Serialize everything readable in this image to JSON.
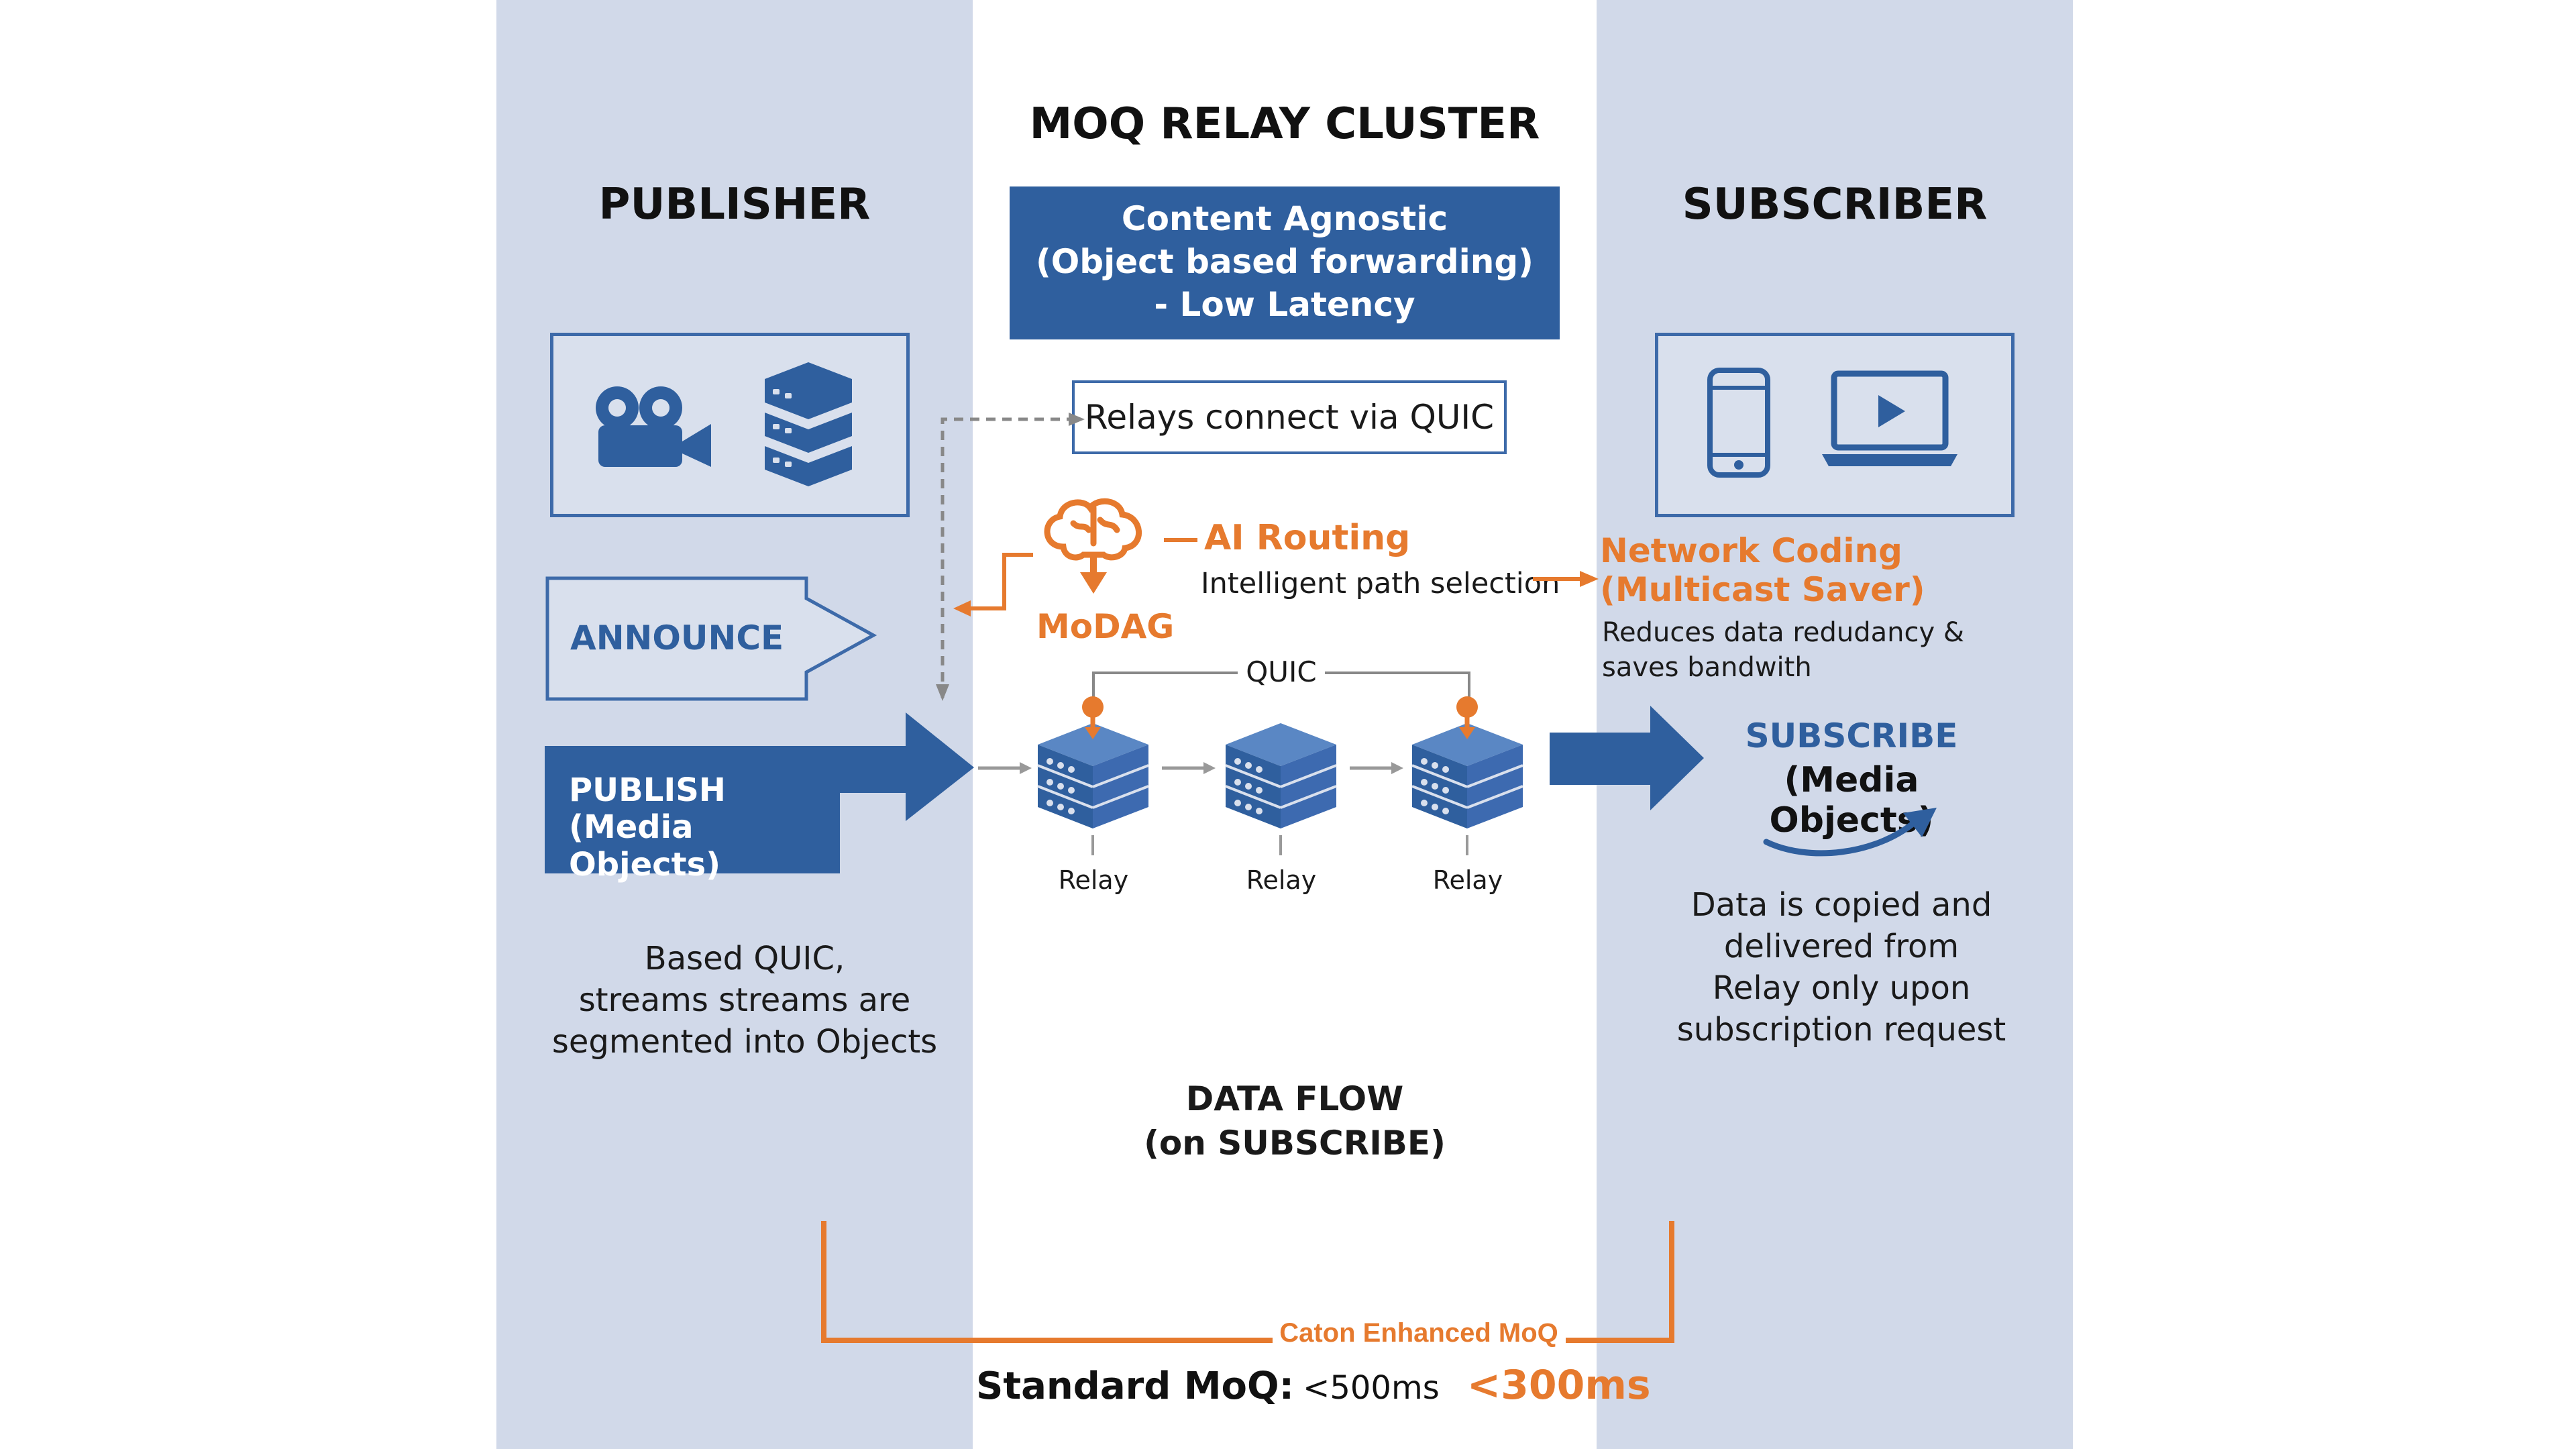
{
  "colors": {
    "column_bg": "#d1d9e9",
    "blue": "#2f5f9e",
    "blue_outline": "#3d6aa9",
    "orange": "#e67a2e",
    "text": "#1a1a1a"
  },
  "publisher": {
    "heading": "PUBLISHER",
    "icons": [
      "video-camera-icon",
      "server-stack-icon"
    ],
    "announce_label": "ANNOUNCE",
    "publish_line1": "PUBLISH",
    "publish_line2": "(Media Objects)",
    "desc_line1": "Based QUIC,",
    "desc_line2": "streams streams are",
    "desc_line3": "segmented into Objects"
  },
  "cluster": {
    "heading": "MOQ RELAY CLUSTER",
    "content_line1": "Content Agnostic",
    "content_line2": "(Object based forwarding)",
    "content_line3": "- Low Latency",
    "relays_connect": "Relays connect via QUIC",
    "ai_routing": "AI Routing",
    "path_selection": "Intelligent path selection",
    "modag": "MoDAG",
    "quic_label": "QUIC",
    "relay_labels": [
      "Relay",
      "Relay",
      "Relay"
    ],
    "data_flow_line1": "DATA FLOW",
    "data_flow_line2": "(on SUBSCRIBE)"
  },
  "subscriber": {
    "heading": "SUBSCRIBER",
    "icons": [
      "smartphone-icon",
      "laptop-play-icon"
    ],
    "network_coding_line1": "Network Coding",
    "network_coding_line2": "(Multicast Saver)",
    "reduces_line1": "Reduces data redudancy &",
    "reduces_line2": "saves bandwith",
    "subscribe_label": "SUBSCRIBE",
    "subscribe_sub": "(Media Objects)",
    "desc_line1": "Data is copied and",
    "desc_line2": "delivered from",
    "desc_line3": "Relay only upon",
    "desc_line4": "subscription request"
  },
  "footer": {
    "caton_label": "Caton Enhanced MoQ",
    "standard_label": "Standard MoQ:",
    "standard_value": "<500ms",
    "caton_value": "<300ms"
  }
}
